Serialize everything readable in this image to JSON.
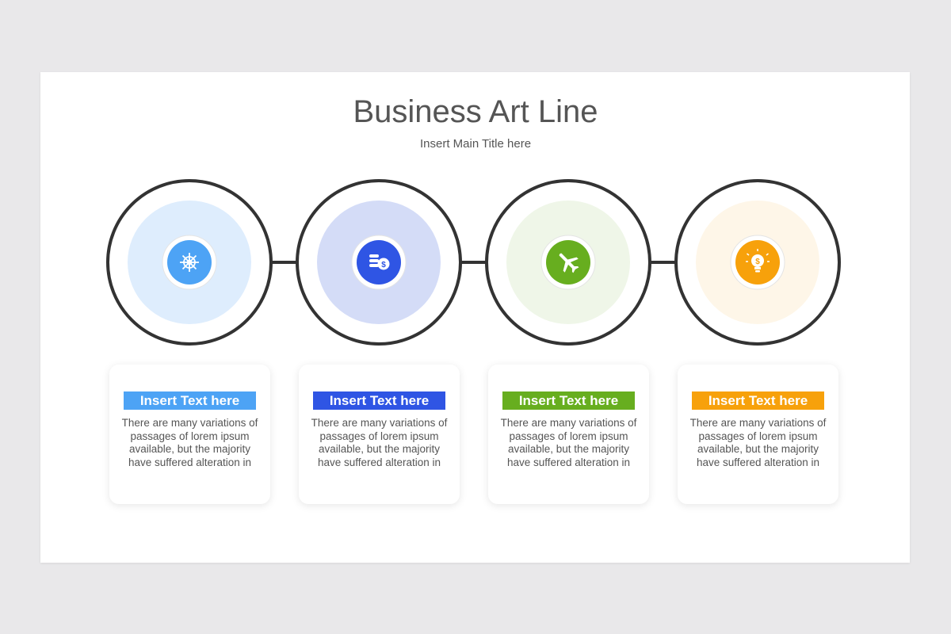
{
  "title": "Business Art Line",
  "subtitle": "Insert Main Title here",
  "steps": [
    {
      "label": "Insert Text here",
      "text": "There are many variations of passages of lorem ipsum available, but the majority have suffered alteration in",
      "icon": "ship-wheel-icon",
      "color": "#4da3f5",
      "fill": "#deedfd"
    },
    {
      "label": "Insert Text here",
      "text": "There are many variations of passages of lorem ipsum available, but the majority have suffered alteration in",
      "icon": "coins-dollar-icon",
      "color": "#2f55e4",
      "fill": "#d4dcf7"
    },
    {
      "label": "Insert Text here",
      "text": "There are many variations of passages of lorem ipsum available, but the majority have suffered alteration in",
      "icon": "airplane-icon",
      "color": "#67ae1f",
      "fill": "#eff6e8"
    },
    {
      "label": "Insert Text here",
      "text": "There are many variations of passages of lorem ipsum available, but the majority have suffered alteration in",
      "icon": "lightbulb-dollar-icon",
      "color": "#f7a10b",
      "fill": "#fef6e8"
    }
  ]
}
